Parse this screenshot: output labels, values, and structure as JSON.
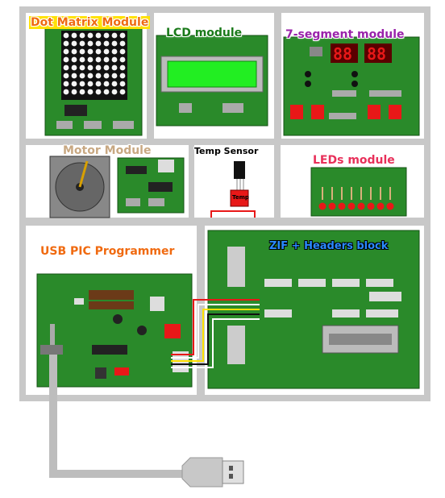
{
  "labels": {
    "dot_matrix": "Dot Matrix Module",
    "lcd": "LCD module",
    "seven_segment": "7-segment module",
    "motor": "Motor Module",
    "temp_sensor": "Temp Sensor",
    "temp_chip": "Temp",
    "leds": "LEDs module",
    "usb_pic": "USB PIC Programmer",
    "zif": "ZIF + Headers block"
  },
  "colors": {
    "frame": "#c8c8c8",
    "board": "#2a8a2a",
    "board_dark": "#1d6e1d",
    "lcd_screen": "#22ee22",
    "seg_red": "#e81818",
    "label_yellow": "#ffe100",
    "label_green": "#1a7a1a",
    "label_purple": "#9922aa",
    "label_tan": "#c8a882",
    "label_pink": "#e8305a",
    "label_orange": "#f06a10",
    "label_blue": "#2a8aff"
  }
}
